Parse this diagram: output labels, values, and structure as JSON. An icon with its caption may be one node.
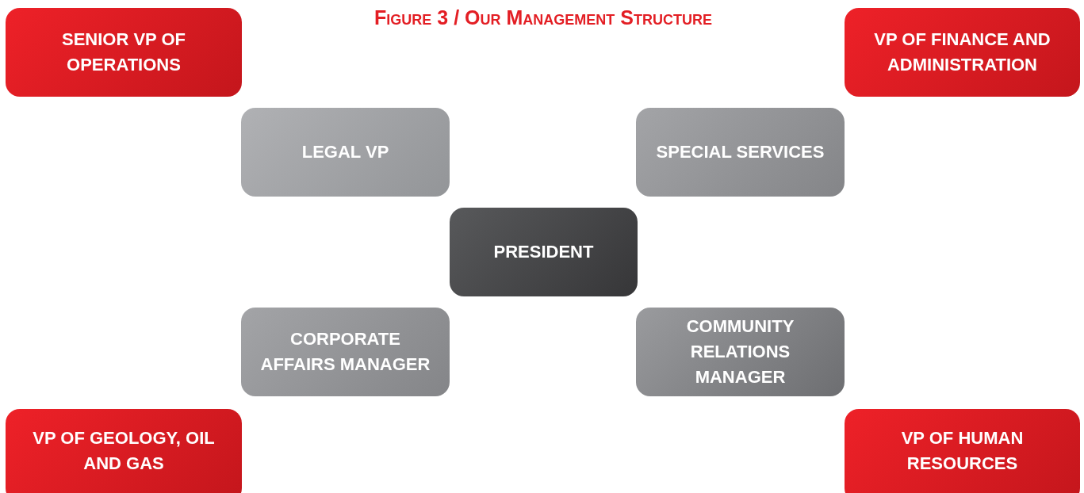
{
  "diagram": {
    "title": "Figure 3 / Our Management Structure",
    "nodes": [
      {
        "text": [
          "SENIOR VP OF OPERATIONS"
        ]
      },
      {
        "text": [
          "VP OF FINANCE AND ADMINISTRATION"
        ]
      },
      {
        "text": [
          "LEGAL VP"
        ]
      },
      {
        "text": [
          "SPECIAL SERVICES"
        ]
      },
      {
        "text": [
          "PRESIDENT"
        ]
      },
      {
        "text": [
          "CORPORATE AFFAIRS MANAGER"
        ]
      },
      {
        "text": [
          "COMMUNITY RELATIONS MANAGER"
        ]
      },
      {
        "text": [
          "VP OF GEOLOGY, OIL AND GAS"
        ]
      },
      {
        "text": [
          "VP OF HUMAN RESOURCES"
        ]
      }
    ]
  }
}
